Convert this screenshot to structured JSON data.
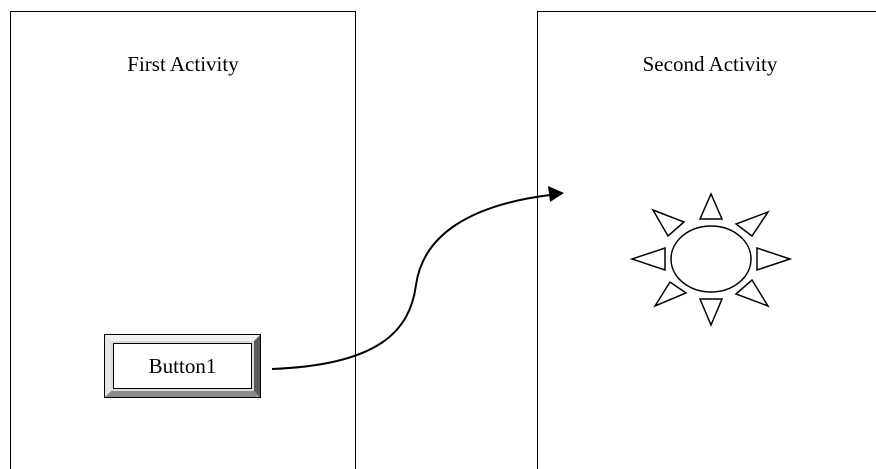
{
  "first_activity": {
    "title": "First Activity",
    "button_label": "Button1"
  },
  "second_activity": {
    "title": "Second Activity",
    "image_icon": "sun-icon"
  },
  "transition": {
    "icon": "curved-arrow"
  }
}
